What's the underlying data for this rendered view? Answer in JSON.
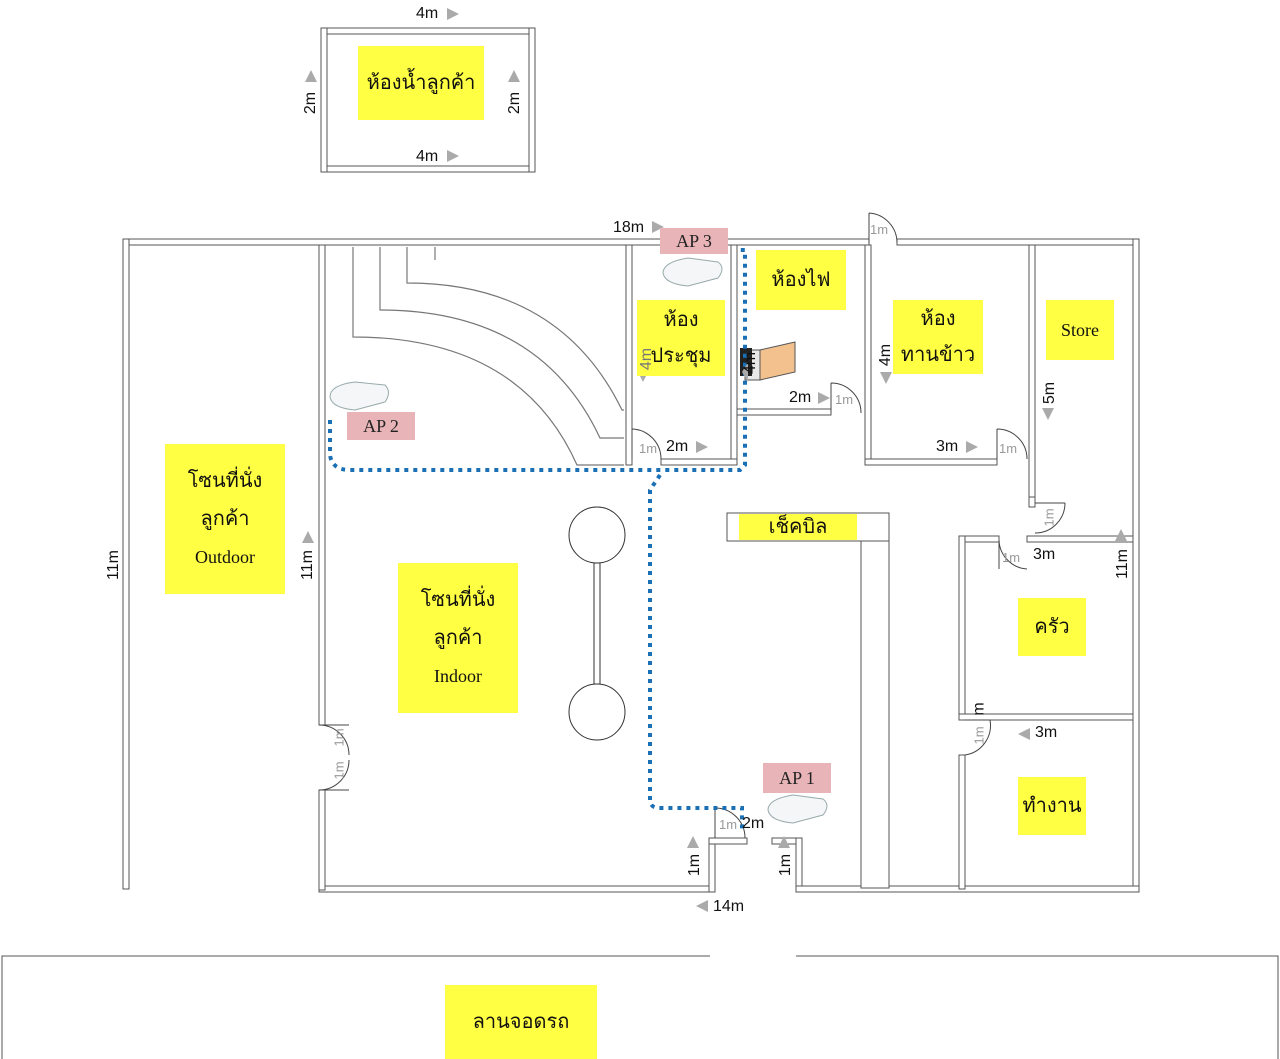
{
  "rooms": {
    "customer_restroom": "ห้องน้ำลูกค้า",
    "outdoor_zone_l1": "โซนที่นั่ง",
    "outdoor_zone_l2": "ลูกค้า",
    "outdoor_zone_l3": "Outdoor",
    "indoor_zone_l1": "โซนที่นั่ง",
    "indoor_zone_l2": "ลูกค้า",
    "indoor_zone_l3": "Indoor",
    "meeting_room_l1": "ห้อง",
    "meeting_room_l2": "ประชุม",
    "electrical_room": "ห้องไฟ",
    "dining_room_l1": "ห้อง",
    "dining_room_l2": "ทานข้าว",
    "store": "Store",
    "checkout": "เช็คบิล",
    "kitchen": "ครัว",
    "office": "ทำงาน",
    "parking": "ลานจอดรถ"
  },
  "access_points": {
    "ap1": "AP 1",
    "ap2": "AP 2",
    "ap3": "AP 3"
  },
  "dimensions": {
    "restroom_top": "4m",
    "restroom_bottom": "4m",
    "restroom_left": "2m",
    "restroom_right": "2m",
    "building_top": "18m",
    "building_bottom": "14m",
    "outdoor_left": "11m",
    "indoor_left": "11m",
    "right_side": "11m",
    "meeting_height": "4m",
    "meeting_width": "2m",
    "electrical_height": "4m",
    "electrical_width": "2m",
    "dining_height": "4m",
    "dining_width": "3m",
    "store_height": "5m",
    "kitchen_width": "3m",
    "office_width": "3m",
    "office_height": "m",
    "entry_left": "1m",
    "entry_right": "1m",
    "entry_width": "2m"
  },
  "door_labels": {
    "label": "1m"
  },
  "colors": {
    "wall": "#8c8c8c",
    "label_bg": "#ffff43",
    "ap_tag_bg": "#e8b4b8",
    "cable": "#1a6fb5",
    "arrow": "#aaaaaa"
  }
}
